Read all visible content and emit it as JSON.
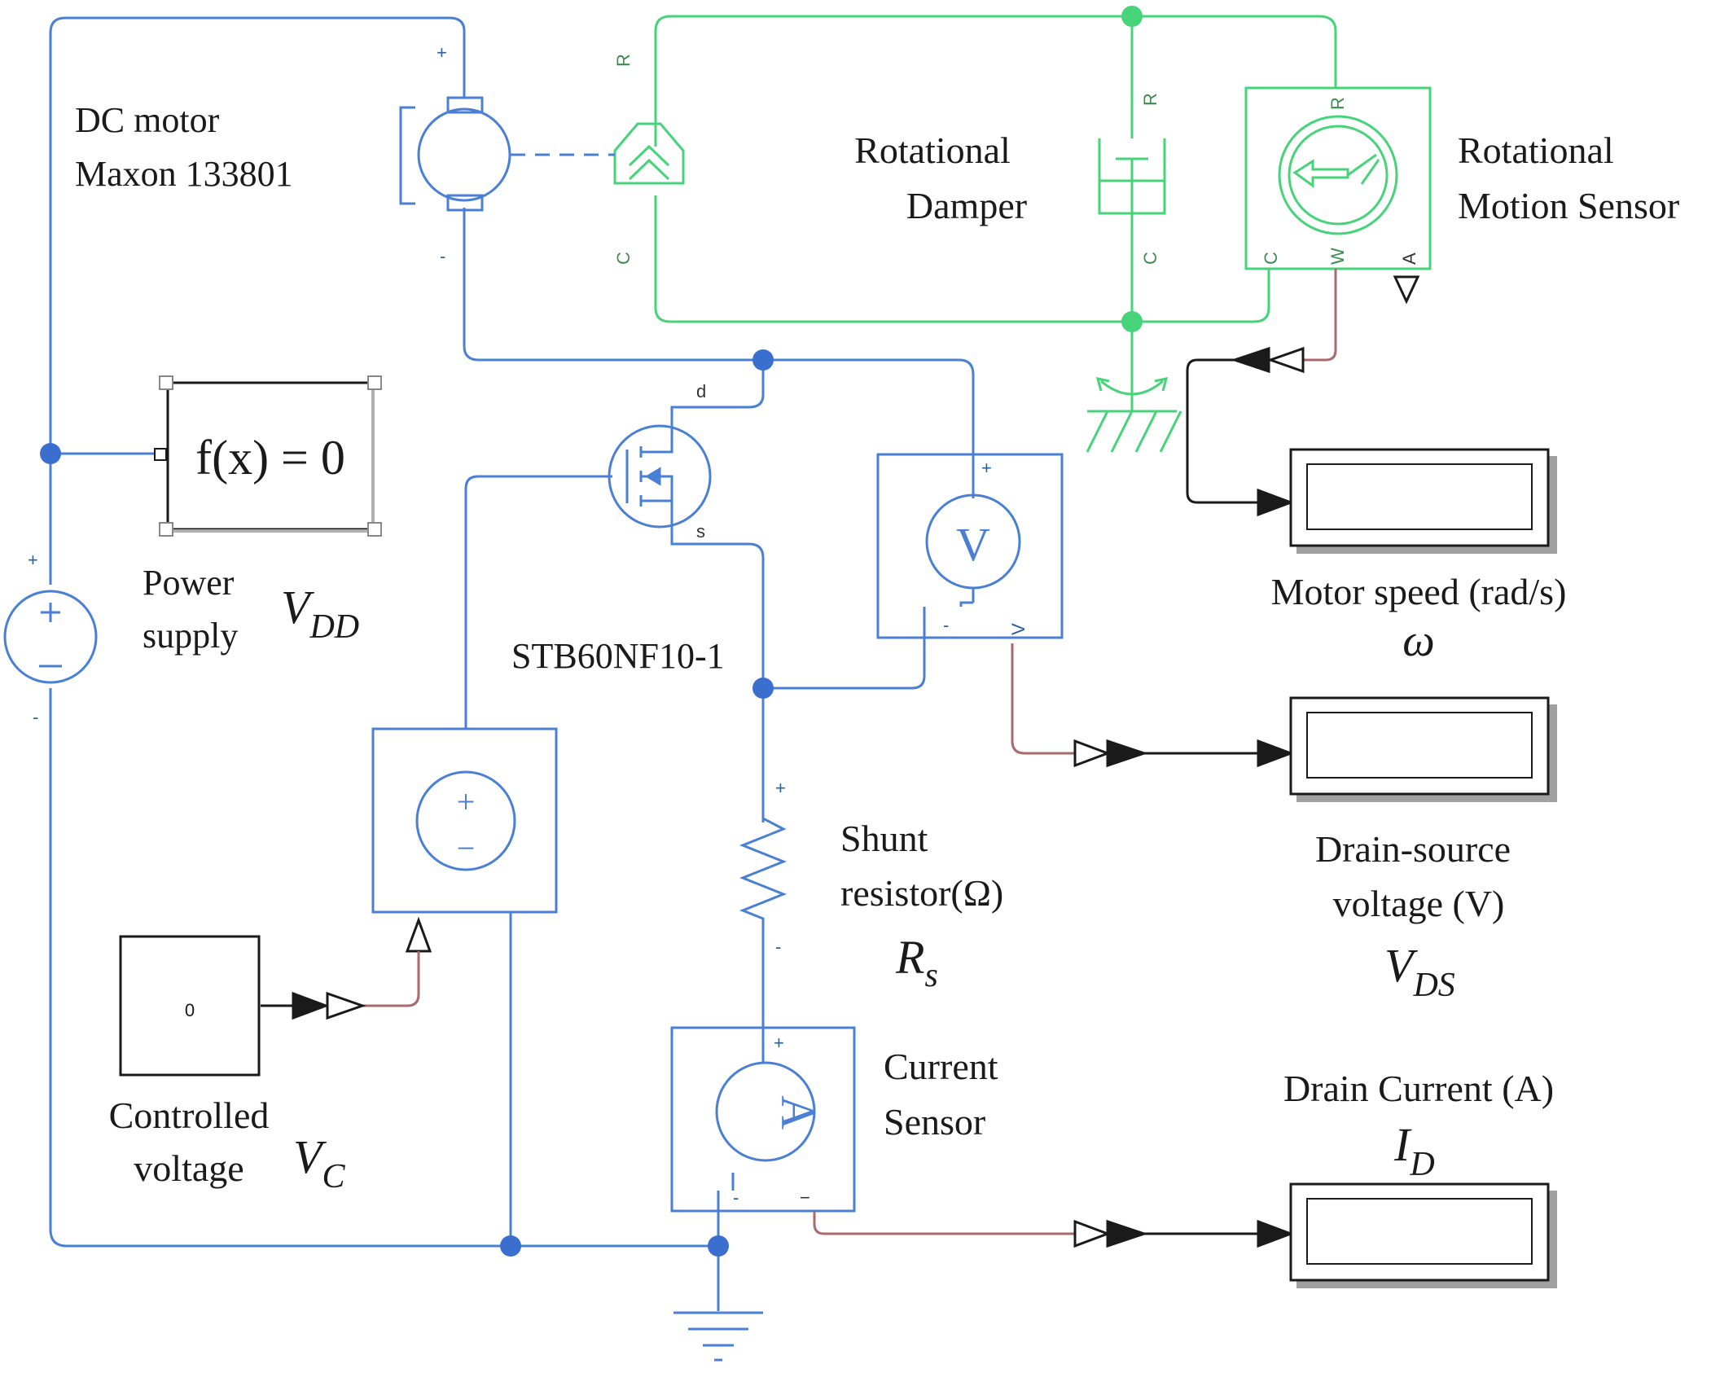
{
  "colors": {
    "electrical": "#4a7fd6",
    "mechanical": "#46d37a",
    "signal": "#a86a6a",
    "junction_blue": "#3a6fd0",
    "junction_green": "#46d37a",
    "text": "#1a1a1a"
  },
  "blocks": {
    "dc_motor": {
      "line1": "DC motor",
      "line2": "Maxon 133801",
      "port_plus": "+",
      "port_minus": "-"
    },
    "converter": {
      "line1": "R",
      "line2": "C"
    },
    "damper": {
      "line1": "Rotational",
      "line2": "Damper",
      "port_r": "R",
      "port_c": "C"
    },
    "motion_sensor": {
      "line1": "Rotational",
      "line2": "Motion Sensor",
      "port_r": "R",
      "port_c": "C",
      "port_w": "W",
      "port_a": "A"
    },
    "solver": {
      "expr": "f(x) = 0"
    },
    "power_supply": {
      "line1": "Power",
      "line2": "supply",
      "symbol": "V",
      "subscript": "DD",
      "port_plus": "+",
      "port_minus": "-"
    },
    "mosfet": {
      "name": "STB60NF10-1",
      "port_d": "d",
      "port_s": "s"
    },
    "voltage_sensor": {
      "glyph": "V",
      "port_plus": "+",
      "port_minus": "-",
      "port_v": "V"
    },
    "controlled_source": {
      "glyph_plus": "+",
      "glyph_minus": "−"
    },
    "constant": {
      "value": "0"
    },
    "controlled_voltage": {
      "line1": "Controlled",
      "line2": "voltage",
      "symbol": "V",
      "subscript": "C"
    },
    "shunt_resistor": {
      "line1": "Shunt",
      "line2": "resistor(Ω)",
      "symbol": "R",
      "subscript": "s",
      "port_plus": "+",
      "port_minus": "-"
    },
    "current_sensor": {
      "line1": "Current",
      "line2": "Sensor",
      "glyph": "A",
      "port_plus": "+",
      "port_minus": "-",
      "port_out": "−"
    }
  },
  "displays": {
    "speed": {
      "line1": "Motor speed (rad/s)",
      "symbol": "ω"
    },
    "vds": {
      "line1": "Drain-source",
      "line2": "voltage (V)",
      "symbol": "V",
      "subscript": "DS"
    },
    "id": {
      "line1": "Drain Current (A)",
      "symbol": "I",
      "subscript": "D"
    }
  }
}
